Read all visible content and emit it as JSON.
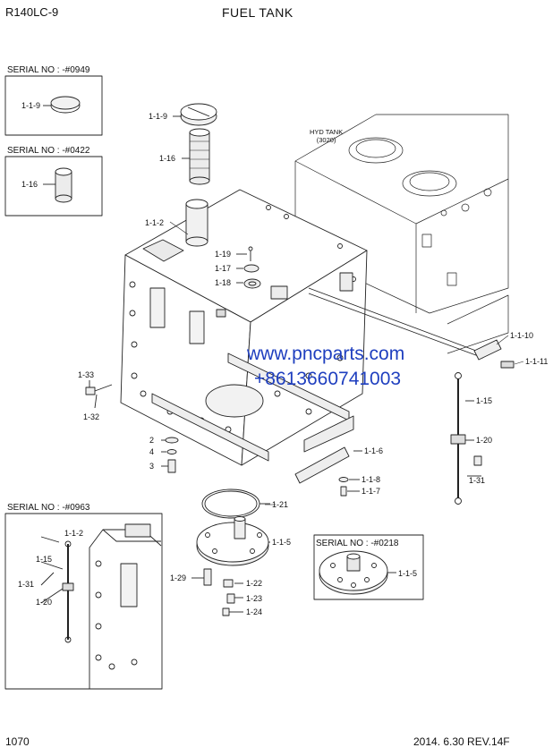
{
  "header": {
    "model": "R140LC-9",
    "title": "FUEL TANK"
  },
  "footer": {
    "page_number": "1070",
    "revision": "2014. 6.30  REV.14F"
  },
  "serial_boxes": {
    "box_0949": {
      "label": "SERIAL NO : -#0949",
      "part": "1-1-9"
    },
    "box_0422": {
      "label": "SERIAL NO : -#0422",
      "part": "1-16"
    },
    "box_0963": {
      "label": "SERIAL NO : -#0963",
      "parts": [
        "1-1-2",
        "1-15",
        "1-31",
        "1-20"
      ]
    },
    "box_0218": {
      "label": "SERIAL NO : -#0218",
      "part": "1-1-5"
    }
  },
  "hyd_tank": {
    "line1": "HYD TANK",
    "line2": "(3020)"
  },
  "part_callouts": [
    "1-1-9",
    "1-16",
    "1-1-2",
    "1-19",
    "1-17",
    "1-18",
    "1-1-10",
    "1-1-11",
    "1-33",
    "1-32",
    "1-15",
    "2",
    "4",
    "3",
    "1-20",
    "1-1-6",
    "1-1-8",
    "1-1-7",
    "1-31",
    "1-21",
    "1-1-5",
    "1-29",
    "1-22",
    "1-23",
    "1-24"
  ],
  "watermark": {
    "url": "www.pncparts.com",
    "phone": "+8613660741003"
  },
  "colors": {
    "watermark": "#1f3fbf",
    "line": "#222222",
    "shade": "#e5e5e5"
  }
}
